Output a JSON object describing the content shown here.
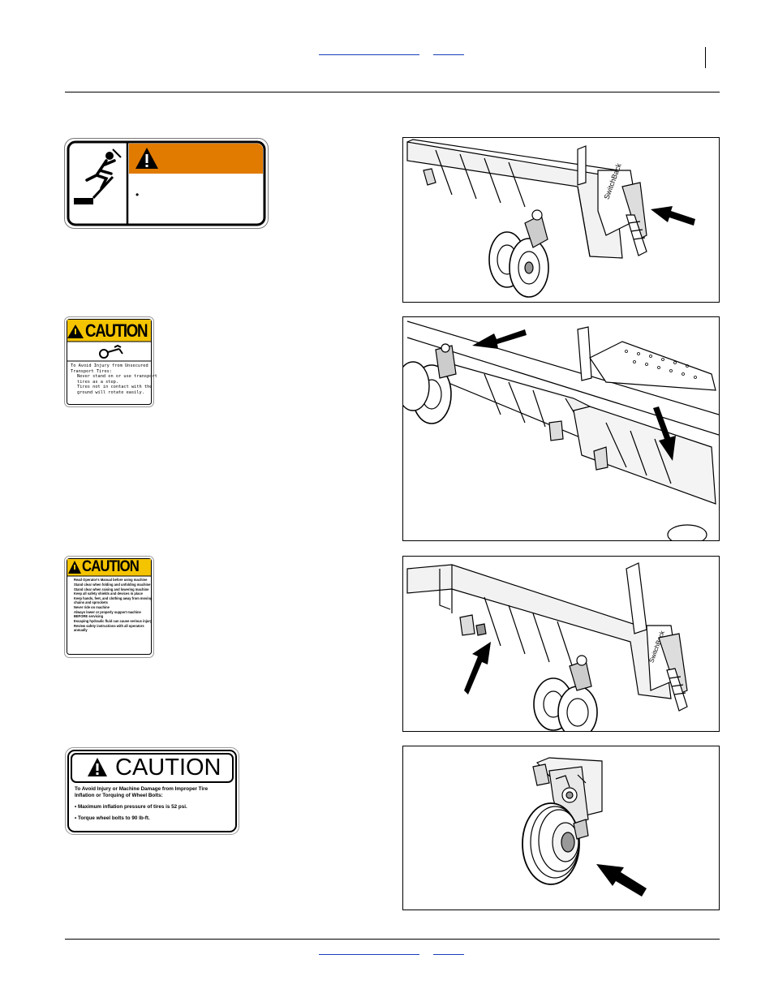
{
  "decals": {
    "warning": {
      "icon": "fall-hazard-icon",
      "header_color": "#e07b00",
      "bullet": "•"
    },
    "caution_tires": {
      "header": "CAUTION",
      "header_color": "#f5c400",
      "line1": "To Avoid Injury from Unsecured",
      "line2": "Transport Tires:",
      "line3": "Never stand on or use transport",
      "line4": "tires as a step.",
      "line5": "Tires not in contact with the",
      "line6": "ground will rotate easily."
    },
    "caution_general": {
      "header": "CAUTION",
      "header_color": "#f5c400",
      "items": [
        "Read Operator's Manual before using machine",
        "Stand clear when folding and unfolding machine",
        "Stand clear when raising and lowering machine",
        "Keep all safety shields and devices in place",
        "Keep hands, feet, and clothing away from moving chains and sprockets",
        "Never ride on machine",
        "Always lower or properly support machine BEFORE servicing",
        "Escaping hydraulic fluid can cause serious injury",
        "Review safety instructions with all operators annually"
      ]
    },
    "caution_tire_inflation": {
      "header": "CAUTION",
      "line1": "To Avoid Injury or Machine Damage from Improper Tire",
      "line2": "Inflation or Torquing of Wheel Bolts:",
      "bullet1": "Maximum inflation pressure of tires is 52 psi.",
      "bullet2": "Torque wheel bolts to 90 lb-ft."
    }
  }
}
